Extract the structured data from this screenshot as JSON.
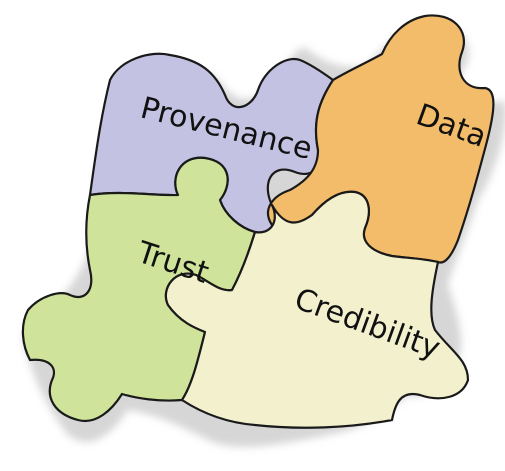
{
  "pieces": [
    {
      "label": "Provenance",
      "color": "#c4c2e2"
    },
    {
      "label": "Data",
      "color": "#f2bc6a"
    },
    {
      "label": "Trust",
      "color": "#cfe49a"
    },
    {
      "label": "Credibility",
      "color": "#f3f1cd"
    }
  ],
  "shadow_color": "#b5b5b5",
  "outline_color": "#1a1a1a"
}
